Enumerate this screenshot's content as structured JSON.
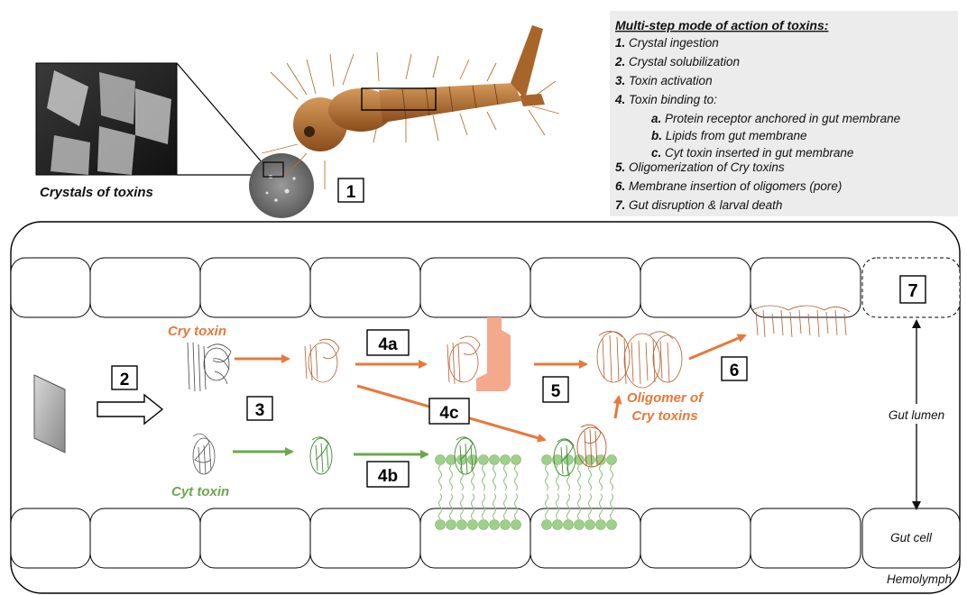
{
  "legend": {
    "title": "Multi-step mode of action of toxins:",
    "steps": [
      {
        "num": "1.",
        "text": "Crystal ingestion"
      },
      {
        "num": "2.",
        "text": "Crystal solubilization"
      },
      {
        "num": "3.",
        "text": "Toxin activation"
      },
      {
        "num": "4.",
        "text": "Toxin binding to:"
      },
      {
        "num": "5.",
        "text": "Oligomerization of Cry toxins"
      },
      {
        "num": "6.",
        "text": "Membrane insertion of oligomers (pore)"
      },
      {
        "num": "7.",
        "text": "Gut disruption & larval death"
      }
    ],
    "substeps": [
      {
        "letter": "a.",
        "text": "Protein receptor anchored in gut membrane"
      },
      {
        "letter": "b.",
        "text": "Lipids from gut membrane"
      },
      {
        "letter": "c.",
        "text": "Cyt toxin inserted in gut membrane"
      }
    ]
  },
  "labels": {
    "crystals": "Crystals of toxins",
    "cry_toxin": "Cry toxin",
    "cyt_toxin": "Cyt toxin",
    "oligomer_line1": "Oligomer of",
    "oligomer_line2": "Cry toxins",
    "gut_lumen": "Gut lumen",
    "gut_cell": "Gut cell",
    "hemolymph": "Hemolymph"
  },
  "step_boxes": {
    "s1": "1",
    "s2": "2",
    "s3": "3",
    "s4a": "4a",
    "s4b": "4b",
    "s4c": "4c",
    "s5": "5",
    "s6": "6",
    "s7": "7"
  },
  "colors": {
    "cry": "#e8783a",
    "cyt": "#6aa84f",
    "lipid": "#9fd08a",
    "receptor": "#f4a98c",
    "larva": "#b8722e",
    "legend_bg": "#ececec"
  }
}
